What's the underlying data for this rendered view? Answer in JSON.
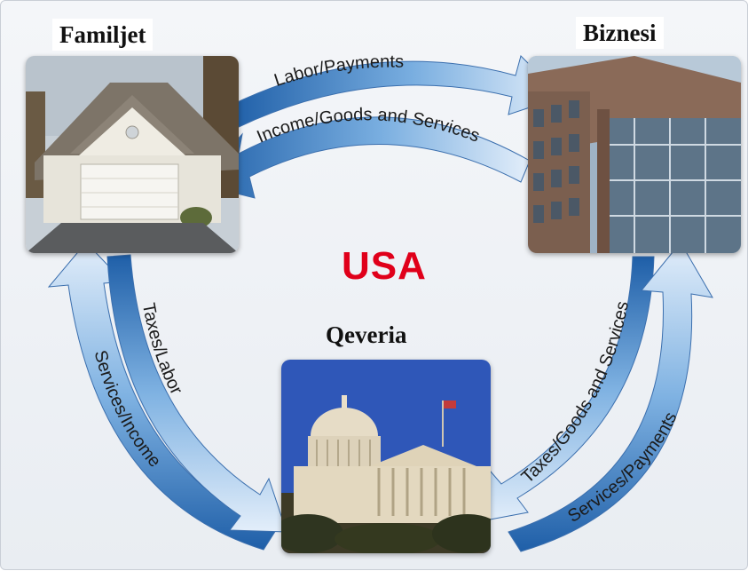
{
  "nodes": {
    "households": "Familjet",
    "business": "Biznesi",
    "government": "Qeveria"
  },
  "center": {
    "label": "USA",
    "color": "#e0001a"
  },
  "flows": {
    "top_outer": "Labor/Payments",
    "top_inner": "Income/Goods and Services",
    "left_inner": "Taxes/Labor",
    "left_outer": "Services/Income",
    "right_inner": "Taxes/Goods and Services",
    "right_outer": "Services/Payments"
  },
  "colors": {
    "arrow_dark": "#1f5fa8",
    "arrow_light": "#cfe1f3",
    "arrow_mid": "#6fa3d6"
  },
  "images": {
    "households": "house-photo",
    "business": "office-building-photo",
    "government": "capitol-building-photo"
  }
}
